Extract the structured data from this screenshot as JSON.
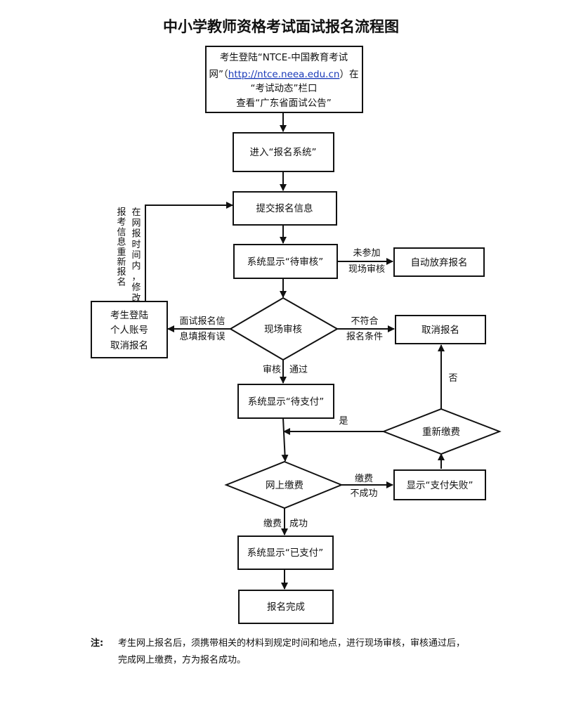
{
  "title": "中小学教师资格考试面试报名流程图",
  "steps": {
    "s1": {
      "line1": "考生登陆“NTCE-中国教育考试",
      "line2_a": "网”（",
      "line2_link": "http://ntce.neea.edu.cn",
      "line2_b": "）在",
      "line3": "“考试动态”栏口",
      "line4": "查看“广东省面试公告”"
    },
    "s2": "进入“报名系统”",
    "s3": "提交报名信息",
    "s4": "系统显示“待审核”",
    "s5": "自动放弃报名",
    "d1": "现场审核",
    "s6": {
      "line1": "考生登陆",
      "line2": "个人账号",
      "line3": "取消报名"
    },
    "s7": "取消报名",
    "s8": "系统显示“待支付”",
    "d2": "重新缴费",
    "d3": "网上缴费",
    "s9": "显示“支付失败”",
    "s10": "系统显示“已支付”",
    "s11": "报名完成"
  },
  "edge_labels": {
    "no_attend_1": "未参加",
    "no_attend_2": "现场审核",
    "not_meet_1": "不符合",
    "not_meet_2": "报名条件",
    "err_1": "面试报名信",
    "err_2": "息填报有误",
    "pass_1": "审核",
    "pass_2": "通过",
    "yes": "是",
    "no": "否",
    "fail_1": "缴费",
    "fail_2": "不成功",
    "ok_1": "缴费",
    "ok_2": "成功",
    "vertical_1": "在网报时间内，修改",
    "vertical_2": "报考信息重新报名"
  },
  "note": {
    "mark": "注:",
    "line1": "考生网上报名后，须携带相关的材料到规定时间和地点，进行现场审核，审核通过后，",
    "line2": "完成网上缴费，方为报名成功。"
  }
}
